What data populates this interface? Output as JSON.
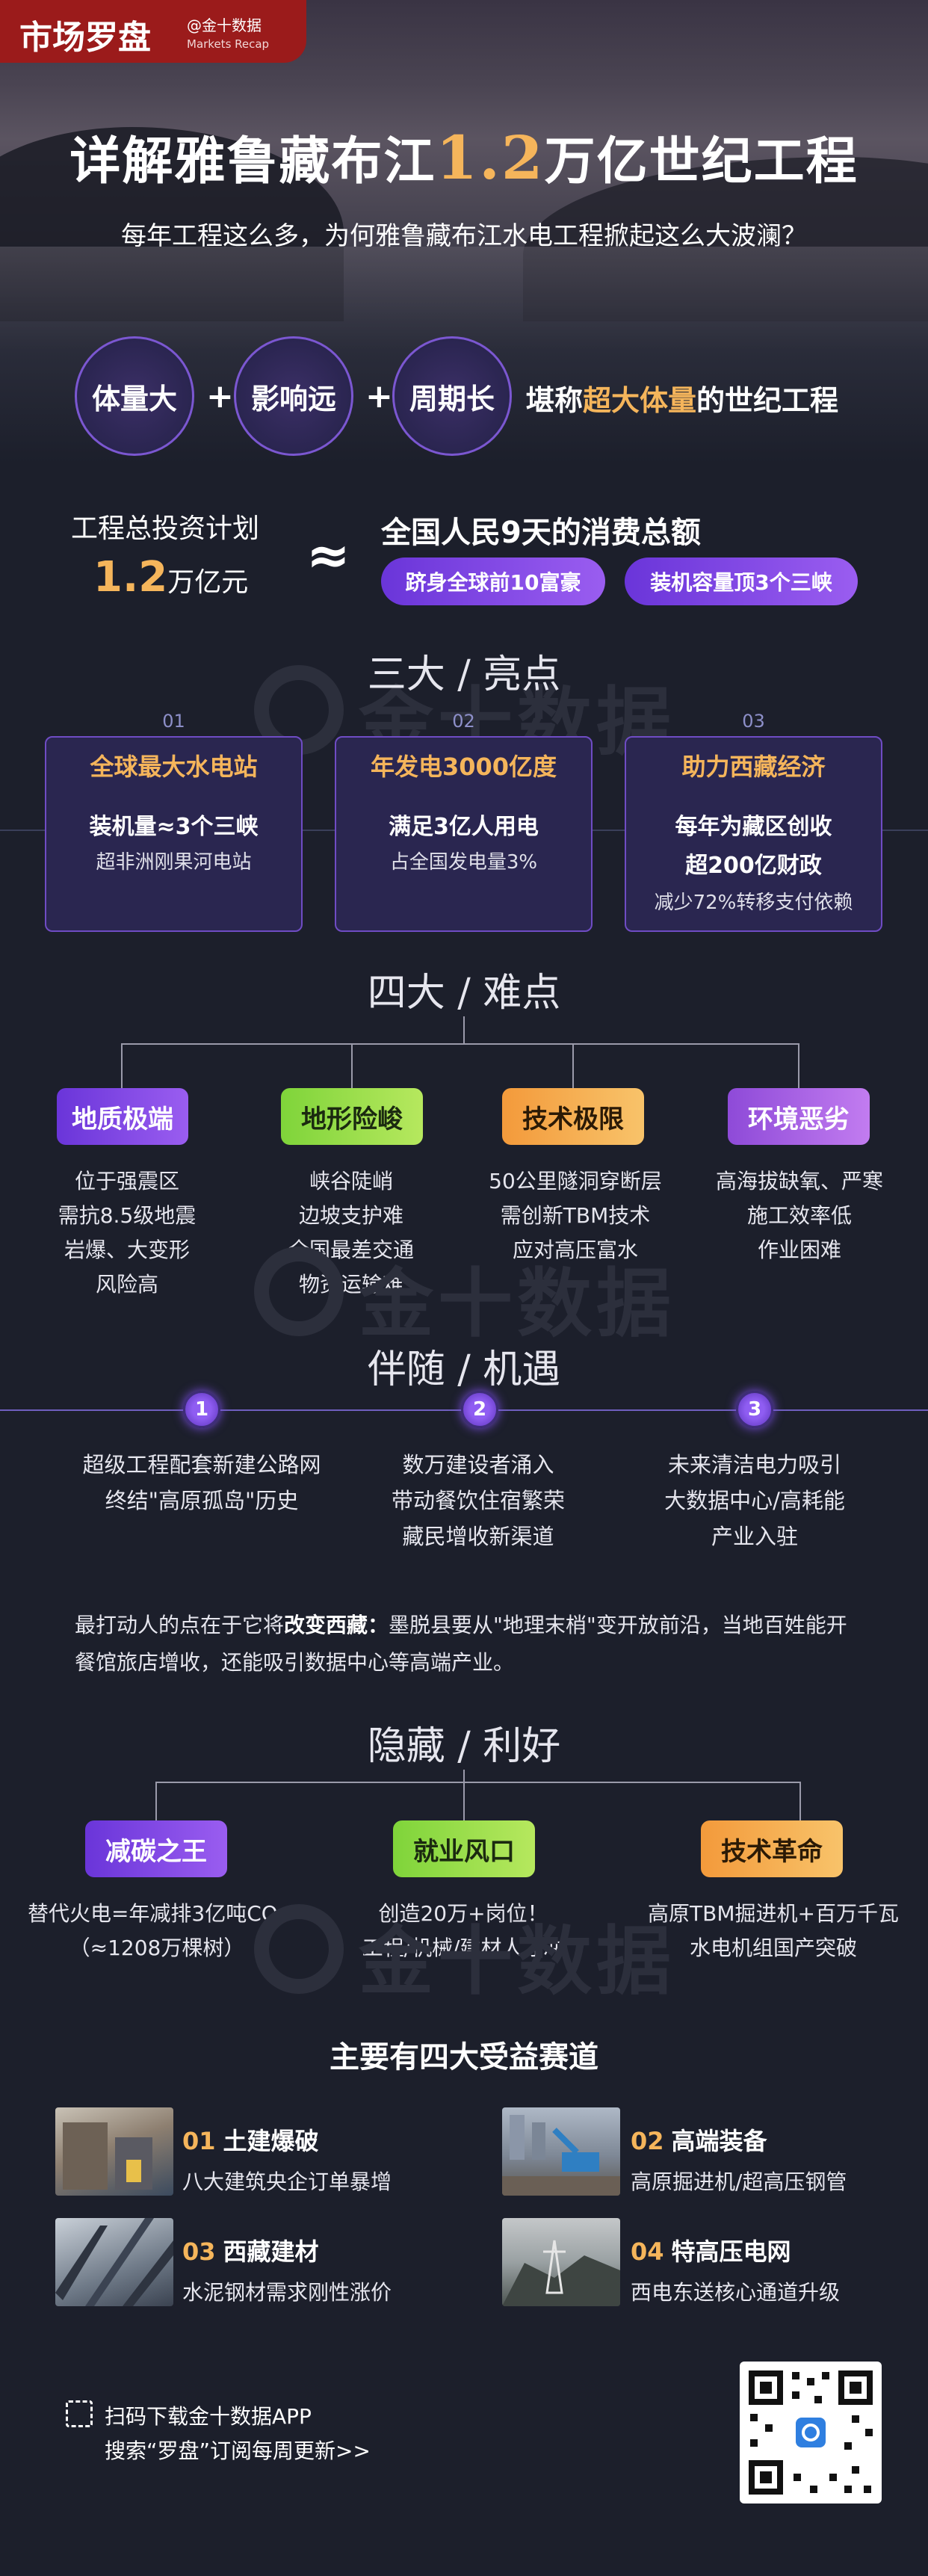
{
  "brand": {
    "name": "市场罗盘",
    "account": "@金十数据",
    "sub": "Markets Recap"
  },
  "title": {
    "prefix": "详解雅鲁藏布江",
    "highlight": "1.2",
    "suffix": "万亿世纪工程"
  },
  "subtitle": "每年工程这么多，为何雅鲁藏布江水电工程掀起这么大波澜？",
  "traits": {
    "items": [
      "体量大",
      "影响远",
      "周期长"
    ],
    "plus": "+",
    "slogan_prefix": "堪称",
    "slogan_highlight": "超大体量",
    "slogan_suffix": "的世纪工程"
  },
  "investment": {
    "label": "工程总投资计划",
    "value": "1.2",
    "unit": "万亿元",
    "approx": "≈",
    "compare": "全国人民9天的消费总额",
    "pills": [
      "跻身全球前10富豪",
      "装机容量顶3个三峡"
    ]
  },
  "watermark": "金十数据",
  "highlights": {
    "title": "三大 / 亮点",
    "cards": [
      {
        "num": "01",
        "head": "全球最大水电站",
        "line1": "装机量≈3个三峡",
        "line2": "超非洲刚果河电站"
      },
      {
        "num": "02",
        "head": "年发电3000亿度",
        "line1": "满足3亿人用电",
        "line2": "占全国发电量3%"
      },
      {
        "num": "03",
        "head": "助力西藏经济",
        "line1": "每年为藏区创收",
        "line1b": "超200亿财政",
        "line2": "减少72%转移支付依赖"
      }
    ]
  },
  "difficulties": {
    "title": "四大 / 难点",
    "items": [
      {
        "tag": "地质极端",
        "lines": [
          "位于强震区",
          "需抗8.5级地震",
          "岩爆、大变形",
          "风险高"
        ]
      },
      {
        "tag": "地形险峻",
        "lines": [
          "峡谷陡峭",
          "边坡支护难",
          "全国最差交通",
          "物资运输难"
        ]
      },
      {
        "tag": "技术极限",
        "lines": [
          "50公里隧洞穿断层",
          "需创新TBM技术",
          "应对高压富水"
        ]
      },
      {
        "tag": "环境恶劣",
        "lines": [
          "高海拔缺氧、严寒",
          "施工效率低",
          "作业困难"
        ]
      }
    ]
  },
  "opportunities": {
    "title": "伴随 / 机遇",
    "items": [
      {
        "num": "1",
        "lines": [
          "超级工程配套新建公路网",
          "终结\"高原孤岛\"历史"
        ]
      },
      {
        "num": "2",
        "lines": [
          "数万建设者涌入",
          "带动餐饮住宿繁荣",
          "藏民增收新渠道"
        ]
      },
      {
        "num": "3",
        "lines": [
          "未来清洁电力吸引",
          "大数据中心/高耗能",
          "产业入驻"
        ]
      }
    ]
  },
  "paragraph": {
    "prefix": "最打动人的点在于它将",
    "bold": "改变西藏：",
    "suffix": "墨脱县要从\"地理末梢\"变开放前沿，当地百姓能开餐馆旅店增收，还能吸引数据中心等高端产业。"
  },
  "benefits": {
    "title": "隐藏 / 利好",
    "items": [
      {
        "tag": "减碳之王",
        "lines": [
          "替代火电=年减排3亿吨CO₂",
          "（≈1208万棵树）"
        ]
      },
      {
        "tag": "就业风口",
        "lines": [
          "创造20万+岗位！",
          "工程/机械/建材人才冲"
        ]
      },
      {
        "tag": "技术革命",
        "lines": [
          "高原TBM掘进机+百万千瓦",
          "水电机组国产突破"
        ]
      }
    ]
  },
  "sectors": {
    "title": "主要有四大受益赛道",
    "items": [
      {
        "num": "01",
        "name": "土建爆破",
        "desc": "八大建筑央企订单暴增"
      },
      {
        "num": "02",
        "name": "高端装备",
        "desc": "高原掘进机/超高压钢管"
      },
      {
        "num": "03",
        "name": "西藏建材",
        "desc": "水泥钢材需求刚性涨价"
      },
      {
        "num": "04",
        "name": "特高压电网",
        "desc": "西电东送核心通道升级"
      }
    ]
  },
  "footer": {
    "line1": "扫码下载金十数据APP",
    "line2": "搜索“罗盘”订阅每周更新>>"
  },
  "colors": {
    "accent": "#f5b55b",
    "purple": "#7b57d1",
    "background": "#1c1f2b",
    "brand_red": "#9b1b1b"
  }
}
